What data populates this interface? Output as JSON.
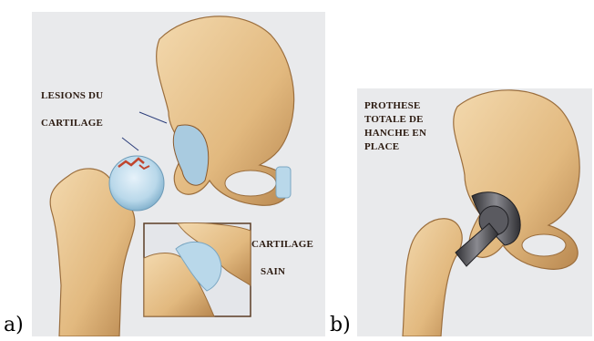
{
  "panel_a": {
    "sublabel": "a)",
    "annotations": {
      "lesions_line1": "LESIONS DU",
      "lesions_line2": "CARTILAGE",
      "healthy_line1": "CARTILAGE",
      "healthy_line2": "SAIN"
    }
  },
  "panel_b": {
    "sublabel": "b)",
    "annotations": {
      "line1": "PROTHESE",
      "line2": "TOTALE DE",
      "line3": "HANCHE EN",
      "line4": "PLACE"
    }
  },
  "colors": {
    "background": "#e9eaec",
    "bone": "#e8c48e",
    "bone_shadow": "#b8874f",
    "cartilage": "#b9d8ea",
    "lesion": "#c0452e",
    "implant": "#4a4a4f"
  }
}
